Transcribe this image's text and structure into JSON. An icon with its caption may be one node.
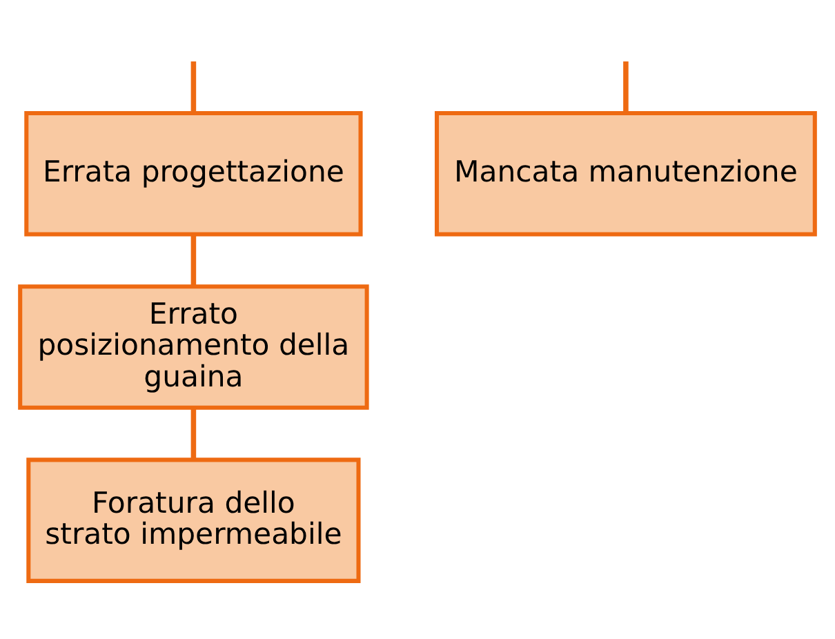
{
  "diagram": {
    "nodes": [
      {
        "text": [
          "Errata progettazione"
        ]
      },
      {
        "text": [
          "Mancata manutenzione"
        ]
      },
      {
        "text": [
          "Errato posizionamento della guaina"
        ]
      },
      {
        "text": [
          "Foratura dello strato impermeabile"
        ]
      }
    ],
    "edges": [
      {
        "from": null,
        "to": 0,
        "arrow": "none"
      },
      {
        "from": null,
        "to": 1,
        "arrow": "none"
      },
      {
        "from": 0,
        "to": 2,
        "arrow": "none"
      },
      {
        "from": 2,
        "to": 3,
        "arrow": "none"
      }
    ]
  }
}
